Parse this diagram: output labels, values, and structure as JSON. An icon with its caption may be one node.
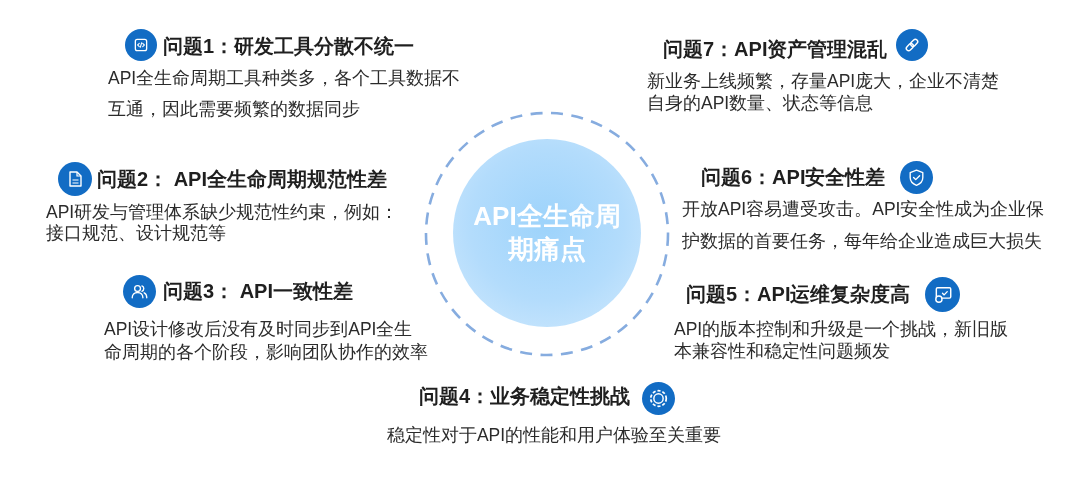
{
  "diagram": {
    "nodes": [
      {
        "text": [
          "API全生命周期痛点"
        ]
      }
    ],
    "labels": [
      "问题1：研发工具分散不统一",
      "API全生命周期工具种类多，各个工具数据不互通，因此需要频繁的数据同步",
      "问题7：API资产管理混乱",
      "新业务上线频繁，存量API庞大，企业不清楚自身的API数量、状态等信息",
      "问题2： API全生命周期规范性差",
      "API研发与管理体系缺少规范性约束，例如：接口规范、设计规范等",
      "问题6：API安全性差",
      "开放API容易遭受攻击。API安全性成为企业保护数据的首要任务，每年给企业造成巨大损失",
      "问题3： API一致性差",
      "API设计修改后没有及时同步到API全生命周期的各个阶段，影响团队协作的效率",
      "问题5：API运维复杂度高",
      "API的版本控制和升级是一个挑战，新旧版本兼容性和稳定性问题频发",
      "问题4：业务稳定性挑战",
      "稳定性对于API的性能和用户体验至关重要"
    ]
  }
}
